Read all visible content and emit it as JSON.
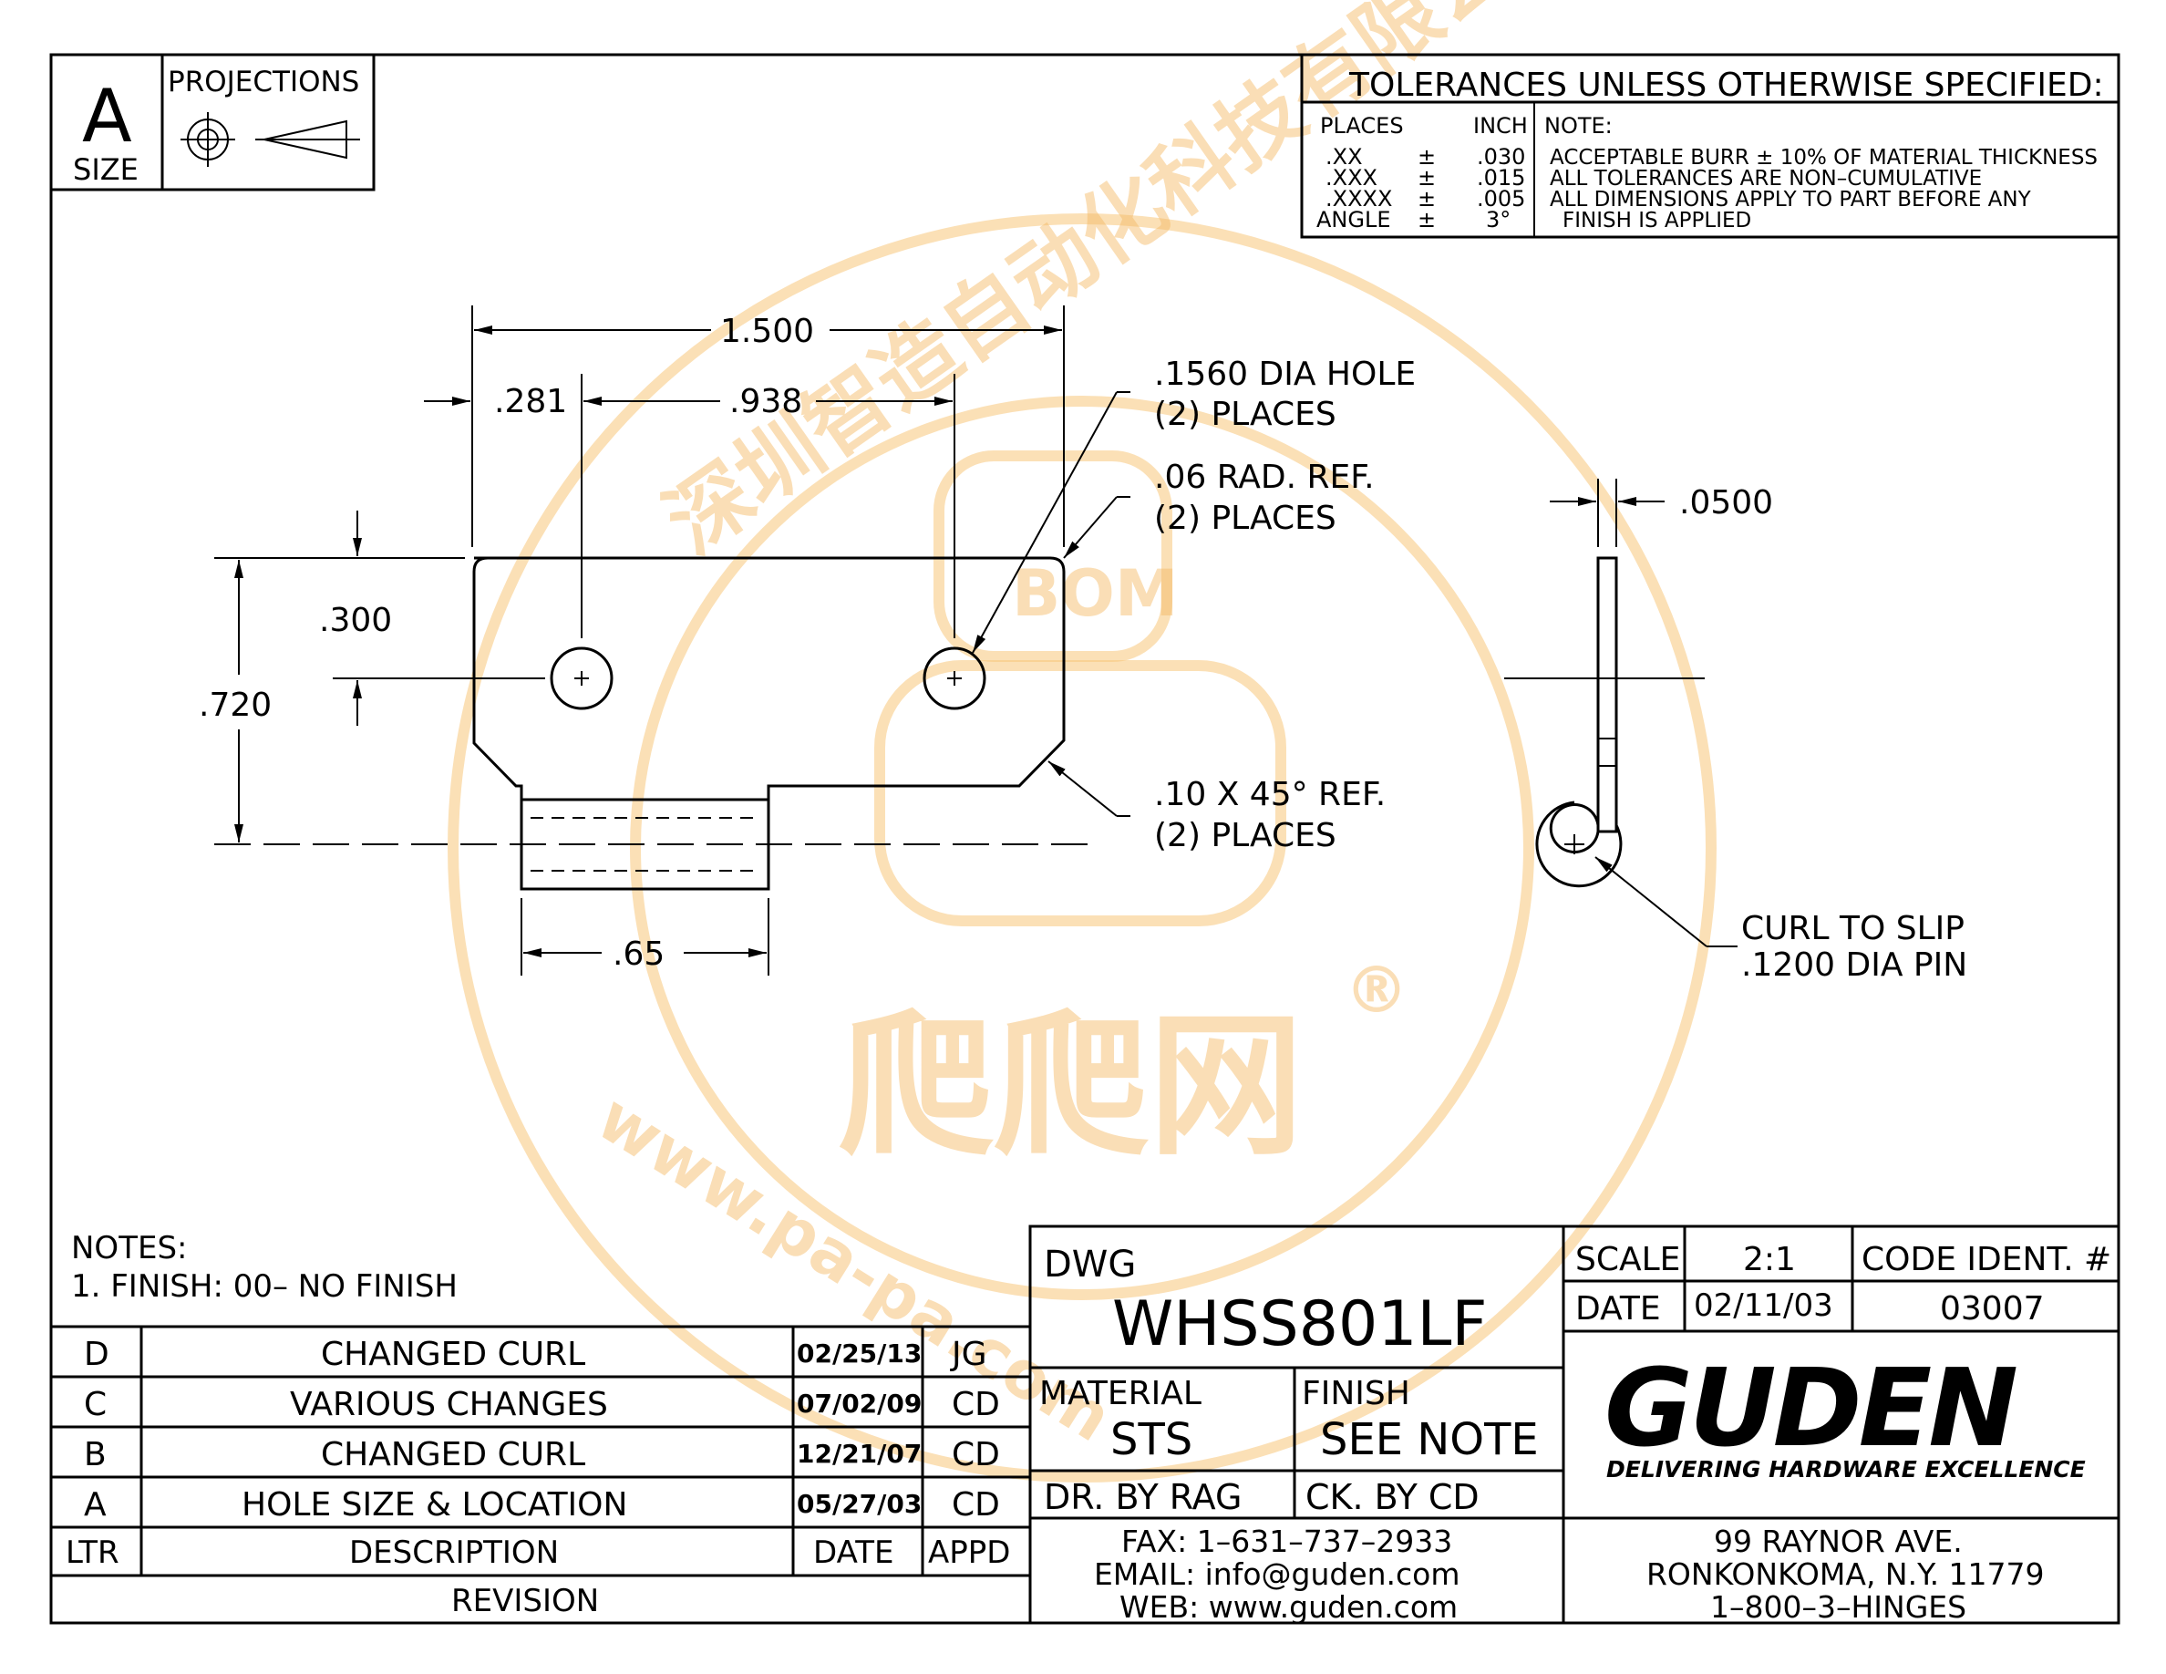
{
  "size_block": {
    "size_letter": "A",
    "size_label": "SIZE",
    "projections_label": "PROJECTIONS"
  },
  "tolerances": {
    "title": "TOLERANCES UNLESS OTHERWISE SPECIFIED:",
    "places_header": "PLACES",
    "inch_header": "INCH",
    "note_header": "NOTE:",
    "rows": [
      {
        "place": ".XX",
        "pm": "±",
        "value": ".030"
      },
      {
        "place": ".XXX",
        "pm": "±",
        "value": ".015"
      },
      {
        "place": ".XXXX",
        "pm": "±",
        "value": ".005"
      },
      {
        "place": "ANGLE",
        "pm": "±",
        "value": "3°"
      }
    ],
    "notes": [
      "ACCEPTABLE BURR ± 10% OF MATERIAL THICKNESS",
      "ALL TOLERANCES ARE NON–CUMULATIVE",
      "ALL DIMENSIONS APPLY TO PART BEFORE ANY",
      "FINISH IS APPLIED"
    ]
  },
  "dimensions": {
    "overall_width": "1.500",
    "left_hole_offset": ".281",
    "hole_spacing": ".938",
    "hole_height": ".300",
    "overall_height": ".720",
    "knuckle_length": ".65",
    "thickness": ".0500"
  },
  "callouts": {
    "hole_1": ".1560 DIA HOLE",
    "hole_2": "(2) PLACES",
    "rad_1": ".06 RAD. REF.",
    "rad_2": "(2) PLACES",
    "chamfer_1": ".10 X 45° REF.",
    "chamfer_2": "(2) PLACES",
    "curl_1": "CURL TO SLIP",
    "curl_2": ".1200 DIA PIN"
  },
  "notes": {
    "title": "NOTES:",
    "item_1": "1. FINISH: 00– NO FINISH"
  },
  "revisions": {
    "rows": [
      {
        "ltr": "D",
        "description": "CHANGED CURL",
        "date": "02/25/13",
        "appd": "JG"
      },
      {
        "ltr": "C",
        "description": "VARIOUS CHANGES",
        "date": "07/02/09",
        "appd": "CD"
      },
      {
        "ltr": "B",
        "description": "CHANGED CURL",
        "date": "12/21/07",
        "appd": "CD"
      },
      {
        "ltr": "A",
        "description": "HOLE SIZE & LOCATION",
        "date": "05/27/03",
        "appd": "CD"
      }
    ],
    "header": {
      "ltr": "LTR",
      "description": "DESCRIPTION",
      "date": "DATE",
      "appd": "APPD"
    },
    "footer": "REVISION"
  },
  "title_block": {
    "dwg_label": "DWG",
    "dwg_number": "WHSS801LF",
    "scale_label": "SCALE",
    "scale_value": "2:1",
    "code_label": "CODE IDENT. #",
    "date_label": "DATE",
    "date_value": "02/11/03",
    "code_value": "03007",
    "material_label": "MATERIAL",
    "material_value": "STS",
    "finish_label": "FINISH",
    "finish_value": "SEE NOTE",
    "drawn_by": "DR. BY RAG",
    "checked_by": "CK. BY CD",
    "fax": "FAX: 1–631–737–2933",
    "email": "EMAIL: info@guden.com",
    "web": "WEB: www.guden.com",
    "company": "GUDEN",
    "tagline": "DELIVERING HARDWARE EXCELLENCE",
    "address_1": "99 RAYNOR AVE.",
    "address_2": "RONKONKOMA, N.Y. 11779",
    "address_3": "1–800–3–HINGES"
  },
  "watermark": {
    "arc_text": "深圳智造自动化科技有限公司",
    "badge": "BOM",
    "brand": "爬爬网",
    "registered": "®",
    "url": "www.pa-pa.com"
  },
  "colors": {
    "ink": "#000000",
    "watermark": "#f4b860"
  }
}
